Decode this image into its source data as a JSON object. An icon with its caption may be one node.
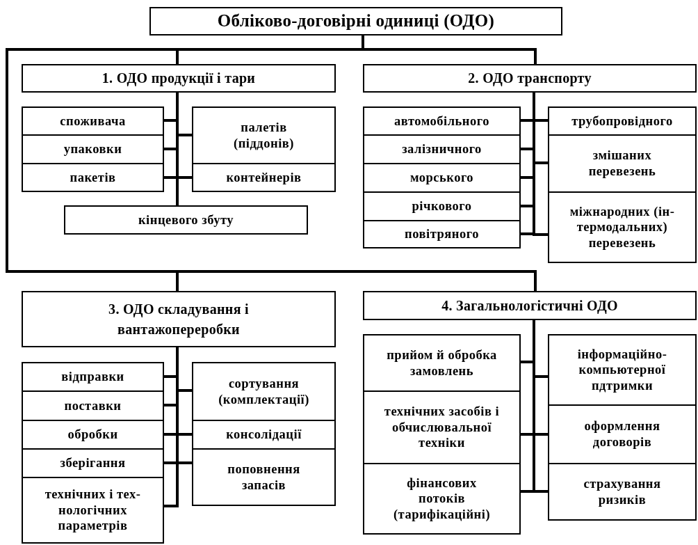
{
  "diagram": {
    "nodes": [
      {
        "text": [
          "Обліково-договірні одиниці (ОДО)"
        ]
      },
      {
        "text": [
          "1. ОДО продукції і тари"
        ]
      },
      {
        "text": [
          "2. ОДО транспорту"
        ]
      },
      {
        "text": [
          "споживача"
        ]
      },
      {
        "text": [
          "упаковки"
        ]
      },
      {
        "text": [
          "пакетів"
        ]
      },
      {
        "text": [
          "палетів (піддонів)"
        ]
      },
      {
        "text": [
          "контейнерів"
        ]
      },
      {
        "text": [
          "кінцевого збуту"
        ]
      },
      {
        "text": [
          "автомобільного"
        ]
      },
      {
        "text": [
          "залізничного"
        ]
      },
      {
        "text": [
          "морського"
        ]
      },
      {
        "text": [
          "річкового"
        ]
      },
      {
        "text": [
          "повітряного"
        ]
      },
      {
        "text": [
          "трубопровідного"
        ]
      },
      {
        "text": [
          "змішаних перевезень"
        ]
      },
      {
        "text": [
          "міжнародних (ін- термодальних) перевезень"
        ]
      },
      {
        "text": [
          "3. ОДО складування і вантажопереробки"
        ]
      },
      {
        "text": [
          "4. Загальнологістичні ОДО"
        ]
      },
      {
        "text": [
          "відправки"
        ]
      },
      {
        "text": [
          "поставки"
        ]
      },
      {
        "text": [
          "обробки"
        ]
      },
      {
        "text": [
          "зберігання"
        ]
      },
      {
        "text": [
          "технічних і тех- нологічних параметрів"
        ]
      },
      {
        "text": [
          "сортування (комплектації)"
        ]
      },
      {
        "text": [
          "консолідації"
        ]
      },
      {
        "text": [
          "поповнення запасів"
        ]
      },
      {
        "text": [
          "прийом й обробка замовлень"
        ]
      },
      {
        "text": [
          "технічних засобів і обчислювальної техніки"
        ]
      },
      {
        "text": [
          "фінансових потоків (тарифікаційні)"
        ]
      },
      {
        "text": [
          "інформаційно- компьютерної пдтримки"
        ]
      },
      {
        "text": [
          "оформлення договорів"
        ]
      },
      {
        "text": [
          "страхування ризиків"
        ]
      }
    ],
    "edges": [
      {
        "from": 0,
        "to": 1,
        "arrow": "none"
      },
      {
        "from": 0,
        "to": 2,
        "arrow": "none"
      },
      {
        "from": 0,
        "to": 17,
        "arrow": "none"
      },
      {
        "from": 0,
        "to": 18,
        "arrow": "none"
      },
      {
        "from": 1,
        "to": 3,
        "arrow": "none"
      },
      {
        "from": 1,
        "to": 4,
        "arrow": "none"
      },
      {
        "from": 1,
        "to": 5,
        "arrow": "none"
      },
      {
        "from": 1,
        "to": 6,
        "arrow": "none"
      },
      {
        "from": 1,
        "to": 7,
        "arrow": "none"
      },
      {
        "from": 1,
        "to": 8,
        "arrow": "none"
      },
      {
        "from": 2,
        "to": 9,
        "arrow": "none"
      },
      {
        "from": 2,
        "to": 10,
        "arrow": "none"
      },
      {
        "from": 2,
        "to": 11,
        "arrow": "none"
      },
      {
        "from": 2,
        "to": 12,
        "arrow": "none"
      },
      {
        "from": 2,
        "to": 13,
        "arrow": "none"
      },
      {
        "from": 2,
        "to": 14,
        "arrow": "none"
      },
      {
        "from": 2,
        "to": 15,
        "arrow": "none"
      },
      {
        "from": 2,
        "to": 16,
        "arrow": "none"
      },
      {
        "from": 17,
        "to": 19,
        "arrow": "none"
      },
      {
        "from": 17,
        "to": 20,
        "arrow": "none"
      },
      {
        "from": 17,
        "to": 21,
        "arrow": "none"
      },
      {
        "from": 17,
        "to": 22,
        "arrow": "none"
      },
      {
        "from": 17,
        "to": 23,
        "arrow": "none"
      },
      {
        "from": 17,
        "to": 24,
        "arrow": "none"
      },
      {
        "from": 17,
        "to": 25,
        "arrow": "none"
      },
      {
        "from": 17,
        "to": 26,
        "arrow": "none"
      },
      {
        "from": 18,
        "to": 27,
        "arrow": "none"
      },
      {
        "from": 18,
        "to": 28,
        "arrow": "none"
      },
      {
        "from": 18,
        "to": 29,
        "arrow": "none"
      },
      {
        "from": 18,
        "to": 30,
        "arrow": "none"
      },
      {
        "from": 18,
        "to": 31,
        "arrow": "none"
      },
      {
        "from": 18,
        "to": 32,
        "arrow": "none"
      }
    ]
  }
}
